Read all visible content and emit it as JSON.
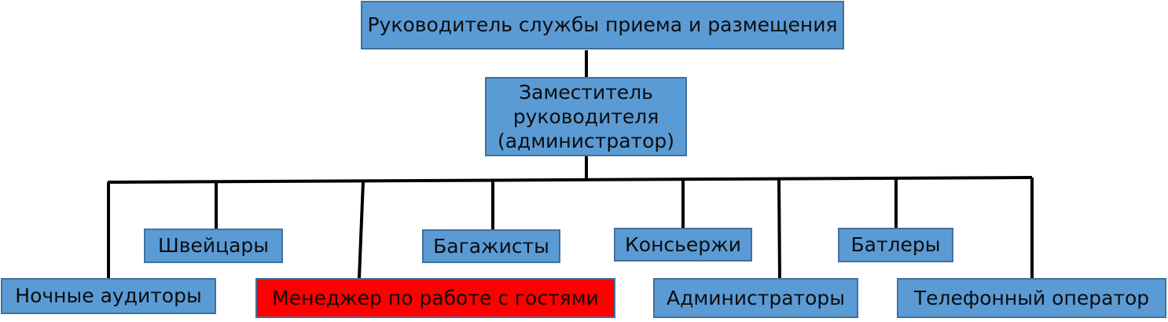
{
  "diagram": {
    "type": "org-chart",
    "connector_color": "#000000",
    "box_fill": "#5b9bd5",
    "box_border": "#41719c",
    "highlight_fill": "#ff0000",
    "head": {
      "label": "Руководитель службы приема и размещения"
    },
    "deputy": {
      "label": "Заместитель руководителя (администратор)"
    },
    "subordinates": [
      {
        "label": "Ночные аудиторы",
        "highlighted": false
      },
      {
        "label": "Швейцары",
        "highlighted": false
      },
      {
        "label": "Менеджер по работе с гостями",
        "highlighted": true
      },
      {
        "label": "Багажисты",
        "highlighted": false
      },
      {
        "label": "Консьержи",
        "highlighted": false
      },
      {
        "label": "Администраторы",
        "highlighted": false
      },
      {
        "label": "Батлеры",
        "highlighted": false
      },
      {
        "label": "Телефонный оператор",
        "highlighted": false
      }
    ]
  }
}
